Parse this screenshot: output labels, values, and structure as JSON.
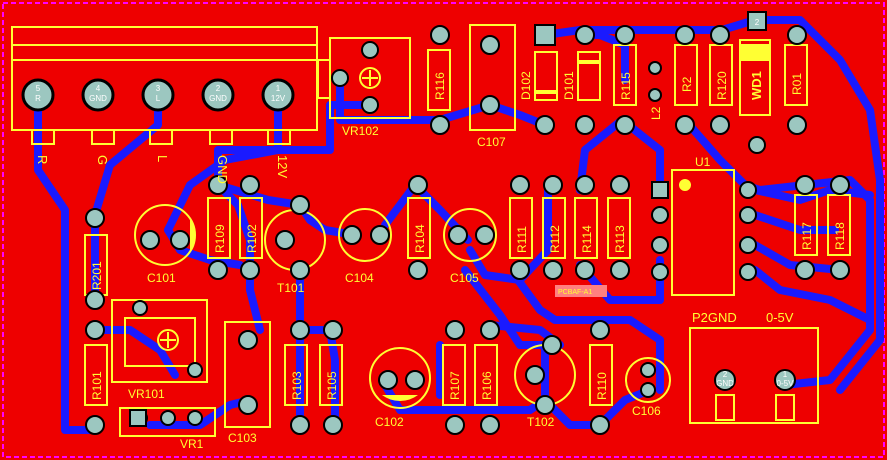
{
  "colors": {
    "board": "#ee0000",
    "frame": "#ff00ff",
    "trace": "#1a1aff",
    "pad": "#9cc7c0",
    "silk": "#ffff33",
    "outline": "#000000"
  },
  "connector": {
    "pins": [
      {
        "num": "5",
        "net": "R"
      },
      {
        "num": "4",
        "net": "GND"
      },
      {
        "num": "3",
        "net": "L"
      },
      {
        "num": "2",
        "net": "GND"
      },
      {
        "num": "1",
        "net": "12V"
      }
    ],
    "labels": [
      "R",
      "G",
      "L",
      "GND",
      "12V"
    ]
  },
  "output_connector": {
    "pins": [
      {
        "num": "2",
        "net": "GND"
      },
      {
        "num": "1",
        "net": "0-5V"
      }
    ],
    "labels": [
      "P2GND",
      "0-5V"
    ]
  },
  "components": {
    "vr102": "VR102",
    "r116": "R116",
    "c107": "C107",
    "d102": "D102",
    "d101": "D101",
    "r115": "R115",
    "l2": "L2",
    "r2": "R2",
    "r120": "R120",
    "wd1": "WD1",
    "r01": "R01",
    "u1": "U1",
    "c101": "C101",
    "r109": "R109",
    "r102": "R102",
    "t101": "T101",
    "c104": "C104",
    "r104": "R104",
    "c105": "C105",
    "r111": "R111",
    "r112": "R112",
    "r114": "R114",
    "r113": "R113",
    "r117": "R117",
    "r118": "R118",
    "r201": "R201",
    "vr101": "VR101",
    "r101": "R101",
    "vr1": "VR1",
    "c103": "C103",
    "r103": "R103",
    "r105": "R105",
    "c102": "C102",
    "r107": "R107",
    "r106": "R106",
    "t102": "T102",
    "r110": "R110",
    "c106": "C106"
  },
  "wd1_pin": "2",
  "small_marker": "PCBAF-A1"
}
